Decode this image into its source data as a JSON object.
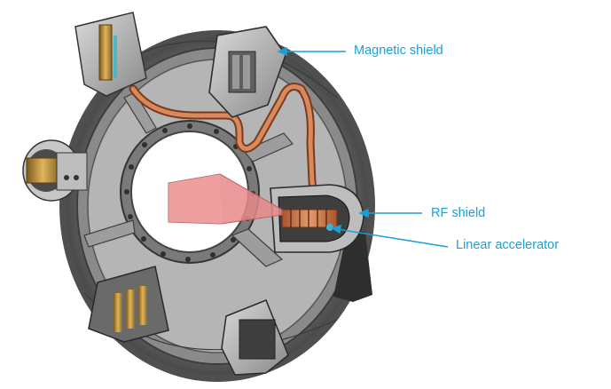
{
  "figure": {
    "description_none": "",
    "accent_color": "#1a9fd8",
    "beam_color": "#e8898a",
    "waveguide_color": "#c9744e",
    "annotations": [
      {
        "id": "magnetic_shield",
        "label": "Magnetic shield"
      },
      {
        "id": "rf_shield",
        "label": "RF shield"
      },
      {
        "id": "linear_accelerator",
        "label": "Linear accelerator"
      }
    ]
  }
}
